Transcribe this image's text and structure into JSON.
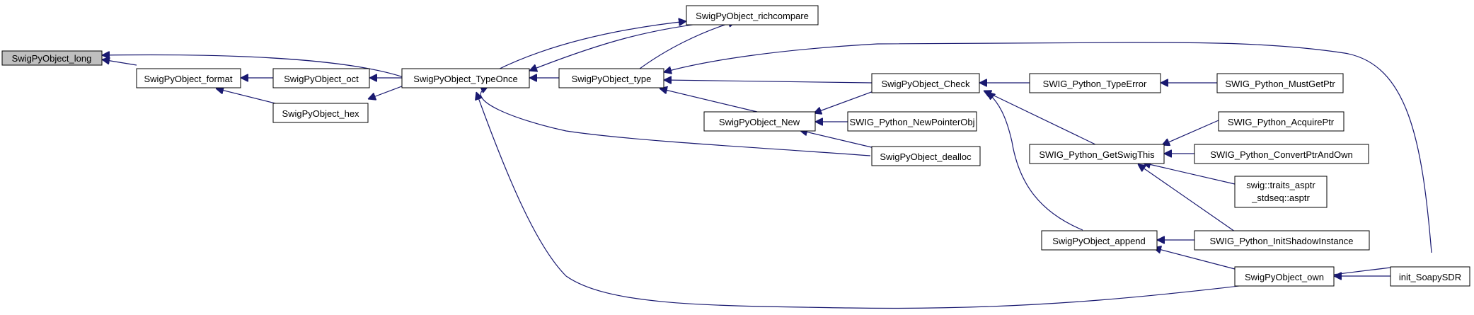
{
  "graph": {
    "colors": {
      "edge": "#191970",
      "node_fill": "#ffffff",
      "root_fill": "#bfbfbf",
      "border": "#000000"
    },
    "nodes": [
      {
        "id": "long",
        "lines": [
          "SwigPyObject_long"
        ],
        "root": true
      },
      {
        "id": "format",
        "lines": [
          "SwigPyObject_format"
        ]
      },
      {
        "id": "oct",
        "lines": [
          "SwigPyObject_oct"
        ]
      },
      {
        "id": "hex",
        "lines": [
          "SwigPyObject_hex"
        ]
      },
      {
        "id": "typeonce",
        "lines": [
          "SwigPyObject_TypeOnce"
        ]
      },
      {
        "id": "richcompare",
        "lines": [
          "SwigPyObject_richcompare"
        ]
      },
      {
        "id": "type",
        "lines": [
          "SwigPyObject_type"
        ]
      },
      {
        "id": "new",
        "lines": [
          "SwigPyObject_New"
        ]
      },
      {
        "id": "check",
        "lines": [
          "SwigPyObject_Check"
        ]
      },
      {
        "id": "newpointerobj",
        "lines": [
          "SWIG_Python_NewPointerObj"
        ]
      },
      {
        "id": "dealloc",
        "lines": [
          "SwigPyObject_dealloc"
        ]
      },
      {
        "id": "typeerror",
        "lines": [
          "SWIG_Python_TypeError"
        ]
      },
      {
        "id": "mustgetptr",
        "lines": [
          "SWIG_Python_MustGetPtr"
        ]
      },
      {
        "id": "getswigthis",
        "lines": [
          "SWIG_Python_GetSwigThis"
        ]
      },
      {
        "id": "acquireptr",
        "lines": [
          "SWIG_Python_AcquirePtr"
        ]
      },
      {
        "id": "convertptrandown",
        "lines": [
          "SWIG_Python_ConvertPtrAndOwn"
        ]
      },
      {
        "id": "traits",
        "lines": [
          "swig::traits_asptr",
          "_stdseq::asptr"
        ]
      },
      {
        "id": "initshadow",
        "lines": [
          "SWIG_Python_InitShadowInstance"
        ]
      },
      {
        "id": "append",
        "lines": [
          "SwigPyObject_append"
        ]
      },
      {
        "id": "own",
        "lines": [
          "SwigPyObject_own"
        ]
      },
      {
        "id": "init",
        "lines": [
          "init_SoapySDR"
        ]
      }
    ]
  }
}
